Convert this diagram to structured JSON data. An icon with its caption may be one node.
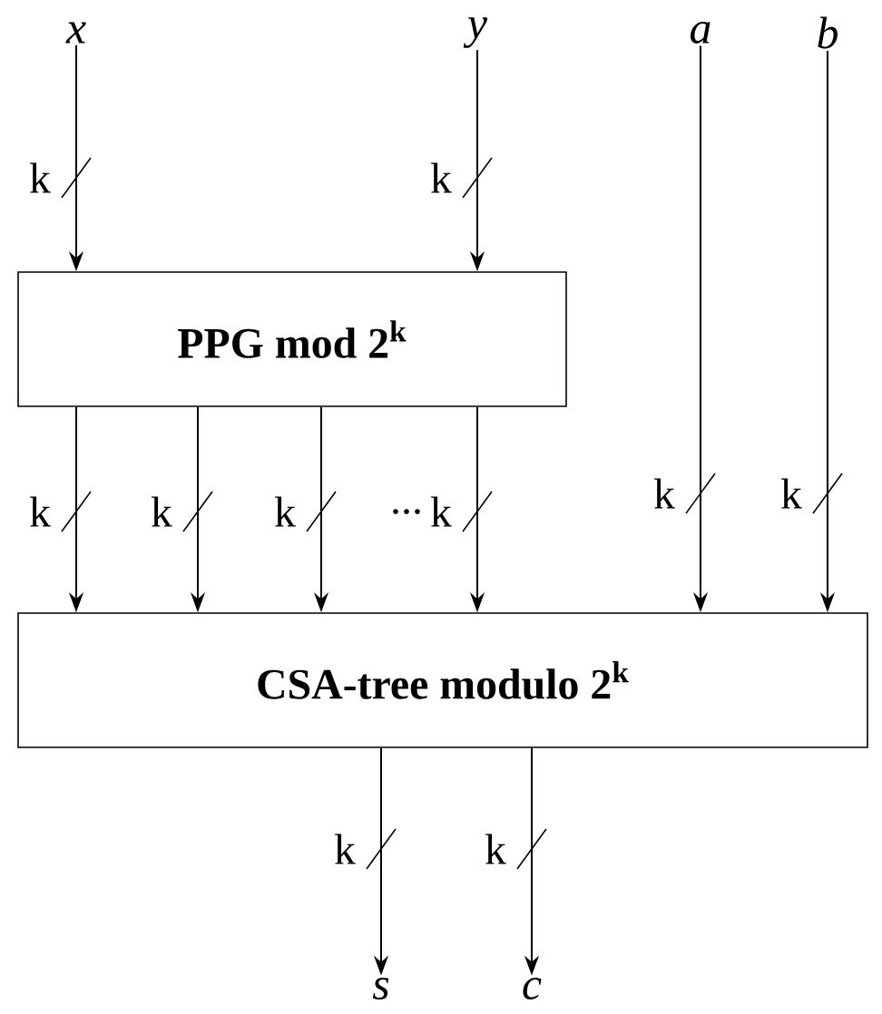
{
  "diagram": {
    "nodes": [
      {
        "text": [
          "x"
        ]
      },
      {
        "text": [
          "y"
        ]
      },
      {
        "text": [
          "a"
        ]
      },
      {
        "text": [
          "b"
        ]
      },
      {
        "text": [
          "PPG mod 2$^{k}$"
        ]
      },
      {
        "text": [
          "CSA-tree modulo 2$^{k}$"
        ]
      },
      {
        "text": [
          "s"
        ]
      },
      {
        "text": [
          "c"
        ]
      }
    ],
    "edges": [
      {
        "from": 0,
        "to": 4,
        "arrow": "to",
        "label": "k"
      },
      {
        "from": 1,
        "to": 4,
        "arrow": "to",
        "label": "k"
      },
      {
        "from": 2,
        "to": 5,
        "arrow": "to",
        "label": "k"
      },
      {
        "from": 3,
        "to": 5,
        "arrow": "to",
        "label": "k"
      },
      {
        "from": 4,
        "to": 5,
        "arrow": "to",
        "label": "k"
      },
      {
        "from": 4,
        "to": 5,
        "arrow": "to",
        "label": "k"
      },
      {
        "from": 4,
        "to": 5,
        "arrow": "to",
        "label": "k"
      },
      {
        "from": 4,
        "to": 5,
        "arrow": "to",
        "label": "k"
      },
      {
        "from": 5,
        "to": 6,
        "arrow": "to",
        "label": "k"
      },
      {
        "from": 5,
        "to": 7,
        "arrow": "to",
        "label": "k"
      }
    ],
    "labels": [
      "..."
    ]
  }
}
